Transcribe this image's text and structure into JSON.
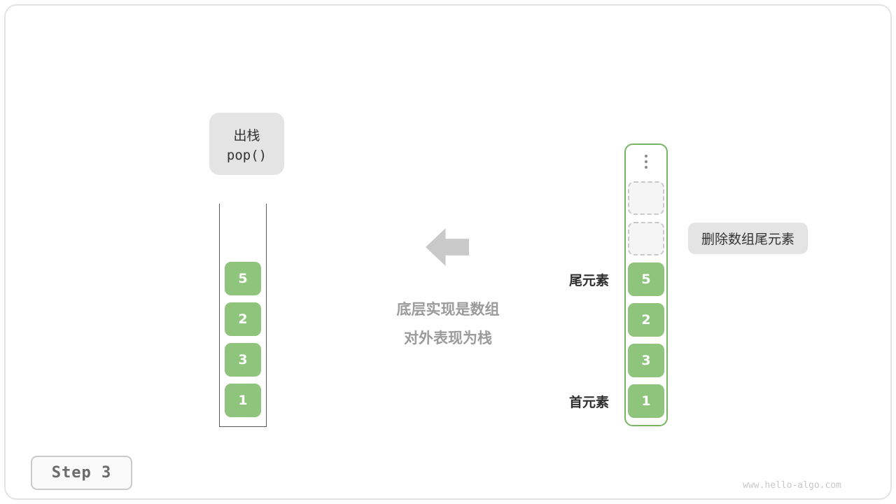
{
  "meta": {
    "step_label": "Step 3",
    "watermark": "www.hello-algo.com"
  },
  "colors": {
    "cell_green": "#8fc47c",
    "array_border_green": "#77b564",
    "label_bg": "#e4e4e4",
    "arrow_gray": "#c9c9c9",
    "caption_text": "#9b9b9b"
  },
  "operation_label": {
    "line1": "出栈",
    "line2": "pop()"
  },
  "caption": {
    "line1": "底层实现是数组",
    "line2": "对外表现为栈"
  },
  "stack": {
    "cells": [
      "5",
      "2",
      "3",
      "1"
    ]
  },
  "array": {
    "cells": [
      "5",
      "2",
      "3",
      "1"
    ],
    "empty_slot_count": 2,
    "tail_label": "尾元素",
    "head_label": "首元素"
  },
  "annotation": {
    "delete_label": "删除数组尾元素"
  }
}
